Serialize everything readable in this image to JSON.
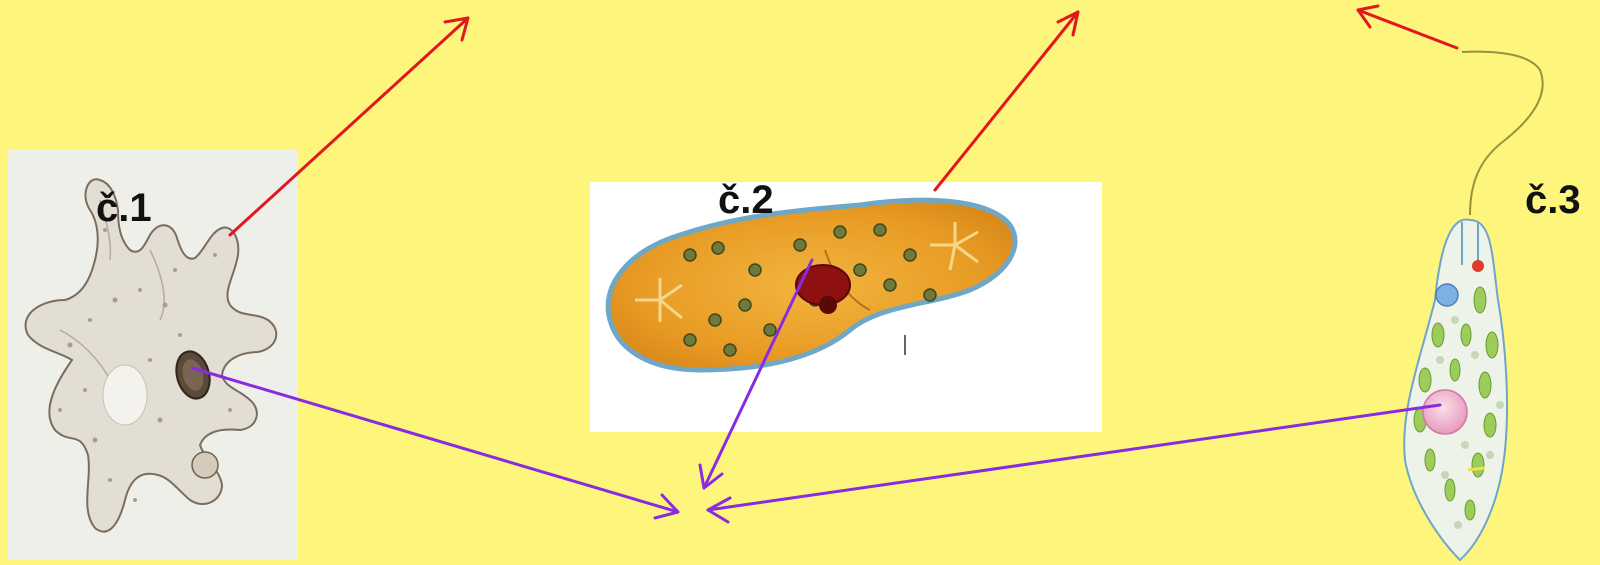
{
  "labels": {
    "organism1": "č.1",
    "organism2": "č.2",
    "organism3": "č.3"
  },
  "colors": {
    "background": "#fdf57c",
    "arrow_red": "#e0191f",
    "arrow_purple": "#8a2be2"
  }
}
